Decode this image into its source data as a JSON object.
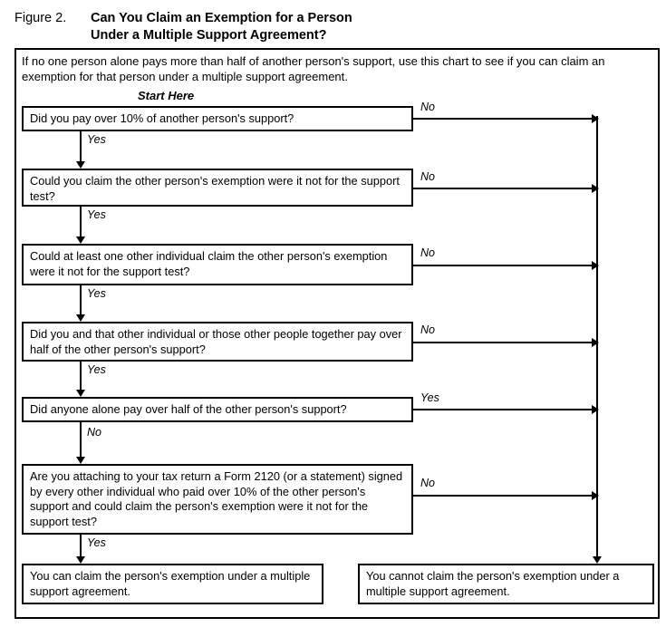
{
  "figure": {
    "label": "Figure 2.",
    "title_line1": "Can You Claim an Exemption for a Person",
    "title_line2": "Under a Multiple Support Agreement?"
  },
  "intro": {
    "text": "If no one person alone pays more than half of another person's support, use this chart to see if you can claim an exemption for that person under a multiple support agreement."
  },
  "start": {
    "label": "Start Here"
  },
  "nodes": {
    "q1": "Did you pay over 10% of another person's support?",
    "q2": "Could you claim the other person's exemption were it not for the support test?",
    "q3": "Could at least one other individual claim the other person's exemption were it not for the support test?",
    "q4": "Did you and that other individual or those other people together pay over half of the other person's support?",
    "q5": "Did anyone alone pay over half of the other person's support?",
    "q6": "Are you attaching to your tax return a Form 2120 (or a statement) signed by every other individual who paid over 10% of the other person's support and could claim the person's exemption were it not for the support test?",
    "result_yes": "You can claim the person's exemption under a multiple support agreement.",
    "result_no": "You cannot claim the person's exemption under a multiple support agreement."
  },
  "edges": {
    "q1_down": "Yes",
    "q1_right": "No",
    "q2_down": "Yes",
    "q2_right": "No",
    "q3_down": "Yes",
    "q3_right": "No",
    "q4_down": "Yes",
    "q4_right": "No",
    "q5_down": "No",
    "q5_right": "Yes",
    "q6_down": "Yes",
    "q6_right": "No"
  },
  "colors": {
    "ink": "#000000",
    "paper": "#ffffff"
  }
}
